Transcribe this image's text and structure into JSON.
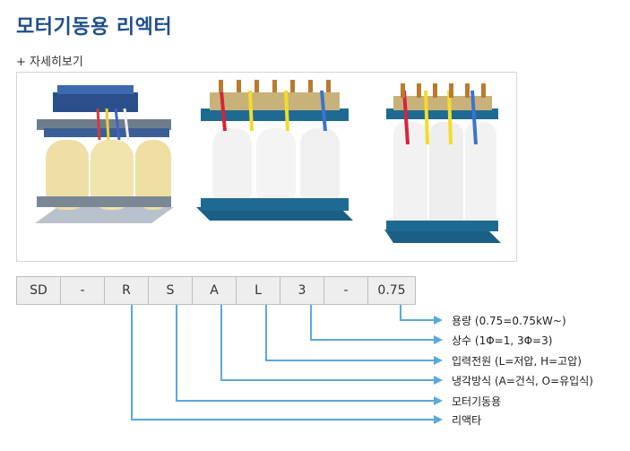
{
  "page": {
    "title": "모터기동용 리엑터",
    "detail_link": "+ 자세히보기"
  },
  "code": {
    "segments": [
      "SD",
      "-",
      "R",
      "S",
      "A",
      "L",
      "3",
      "-",
      "0.75"
    ]
  },
  "legend": {
    "items": [
      "용량 (0.75=0.75kW~)",
      "상수 (1Φ=1, 3Φ=3)",
      "입력전원 (L=저압, H=고압)",
      "냉각방식 (A=건식, O=유입식)",
      "모터기동용",
      "리액타"
    ]
  },
  "colors": {
    "title": "#1f4e8c",
    "leader_line": "#5aa8dc",
    "cell_bg": "#eeeeee"
  }
}
